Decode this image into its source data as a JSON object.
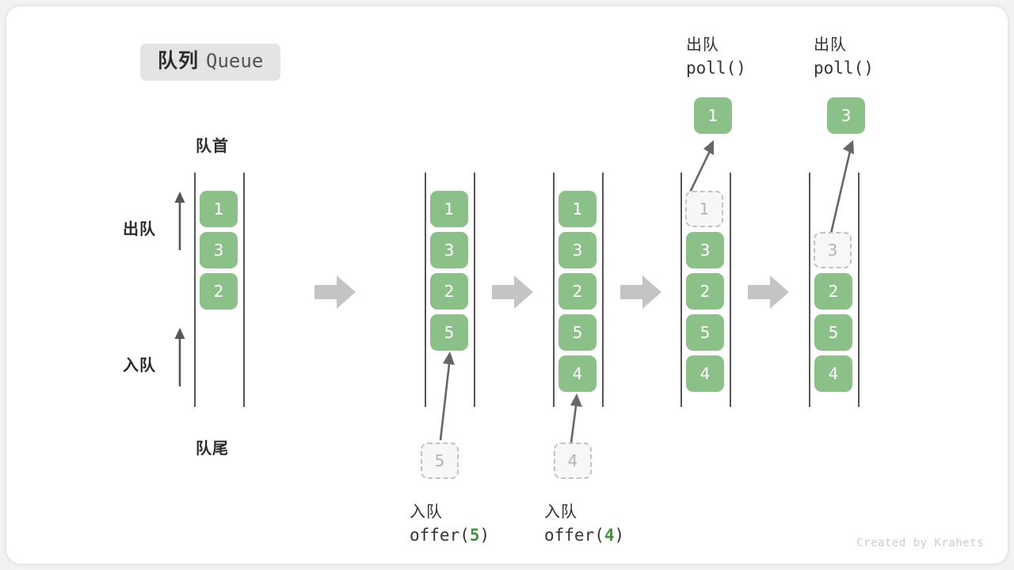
{
  "title": {
    "cn": "队列",
    "en": "Queue"
  },
  "colors": {
    "item_fill": "#8bc088",
    "item_text": "#ffffff",
    "ghost_fill": "#f7f7f7",
    "ghost_border": "#c2c2c2",
    "ghost_text": "#b4b4b4",
    "rail": "#555555",
    "sep_arrow": "#c4c4c4",
    "accent_green": "#44903f",
    "badge_bg": "#e4e4e4",
    "card_bg": "#ffffff",
    "page_bg": "#f2f2f2"
  },
  "legend": {
    "head_label": "队首",
    "tail_label": "队尾",
    "dequeue_label": "出队",
    "enqueue_label": "入队"
  },
  "columns": [
    {
      "id": "initial",
      "items": [
        "1",
        "3",
        "2"
      ],
      "ghost": null,
      "popped": null,
      "top_label_cn": null,
      "top_label_code": null,
      "bottom_label_cn": null,
      "bottom_label_code": null,
      "bottom_ghost": null
    },
    {
      "id": "after-offer-5",
      "items": [
        "1",
        "3",
        "2",
        "5"
      ],
      "ghost": null,
      "popped": null,
      "top_label_cn": null,
      "top_label_code": null,
      "bottom_label_cn": "入队",
      "bottom_label_code_pre": "offer(",
      "bottom_label_code_arg": "5",
      "bottom_label_code_post": ")",
      "bottom_ghost": "5"
    },
    {
      "id": "after-offer-4",
      "items": [
        "1",
        "3",
        "2",
        "5",
        "4"
      ],
      "ghost": null,
      "popped": null,
      "top_label_cn": null,
      "top_label_code": null,
      "bottom_label_cn": "入队",
      "bottom_label_code_pre": "offer(",
      "bottom_label_code_arg": "4",
      "bottom_label_code_post": ")",
      "bottom_ghost": "4"
    },
    {
      "id": "poll-1",
      "items": [
        "3",
        "2",
        "5",
        "4"
      ],
      "ghost": "1",
      "ghost_slot": 0,
      "popped": "1",
      "top_label_cn": "出队",
      "top_label_code": "poll()",
      "bottom_label_cn": null,
      "bottom_ghost": null
    },
    {
      "id": "poll-3",
      "items": [
        "2",
        "5",
        "4"
      ],
      "ghost": "3",
      "ghost_slot": 1,
      "popped": "3",
      "top_label_cn": "出队",
      "top_label_code": "poll()",
      "bottom_label_cn": null,
      "bottom_ghost": null
    }
  ],
  "watermark": "Created by Krahets"
}
